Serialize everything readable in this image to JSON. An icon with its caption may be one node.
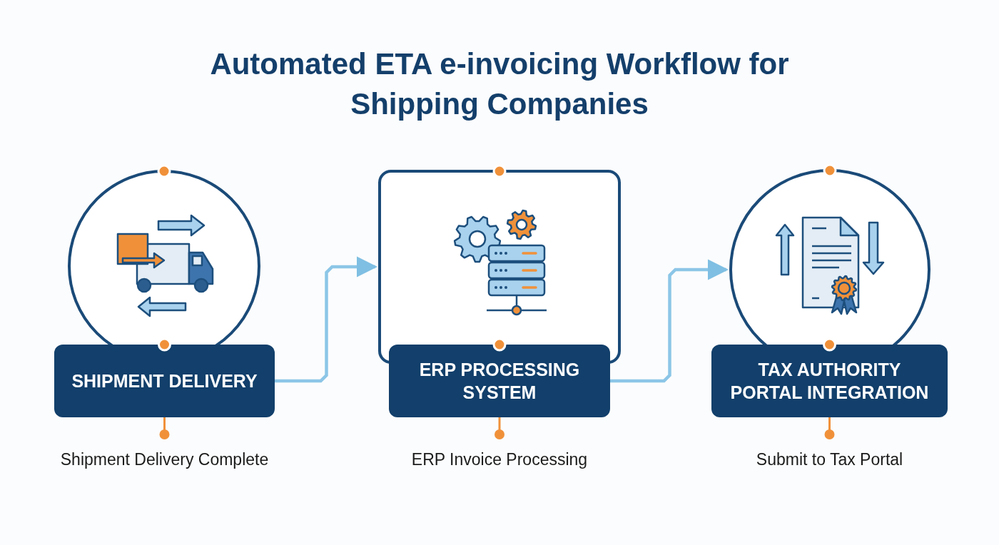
{
  "diagram": {
    "title": "Automated ETA e-invoicing Workflow for Shipping Companies",
    "nodes": [
      {
        "text": [],
        "shape": "circle"
      },
      {
        "text": [
          "SHIPMENT DELIVERY"
        ],
        "beside": [
          "Shipment Delivery Complete"
        ]
      },
      {
        "text": [],
        "shape": "box"
      },
      {
        "text": [
          "ERP PROCESSING SYSTEM"
        ],
        "beside": [
          "ERP Invoice Processing"
        ]
      },
      {
        "text": [],
        "shape": "circle"
      },
      {
        "text": [
          "TAX AUTHORITY PORTAL INTEGRATION"
        ],
        "beside": [
          "Submit to Tax Portal"
        ]
      }
    ],
    "edges": [
      {
        "from": 1,
        "to": 2,
        "arrow": "to"
      },
      {
        "from": 3,
        "to": 4,
        "arrow": "to"
      }
    ]
  }
}
